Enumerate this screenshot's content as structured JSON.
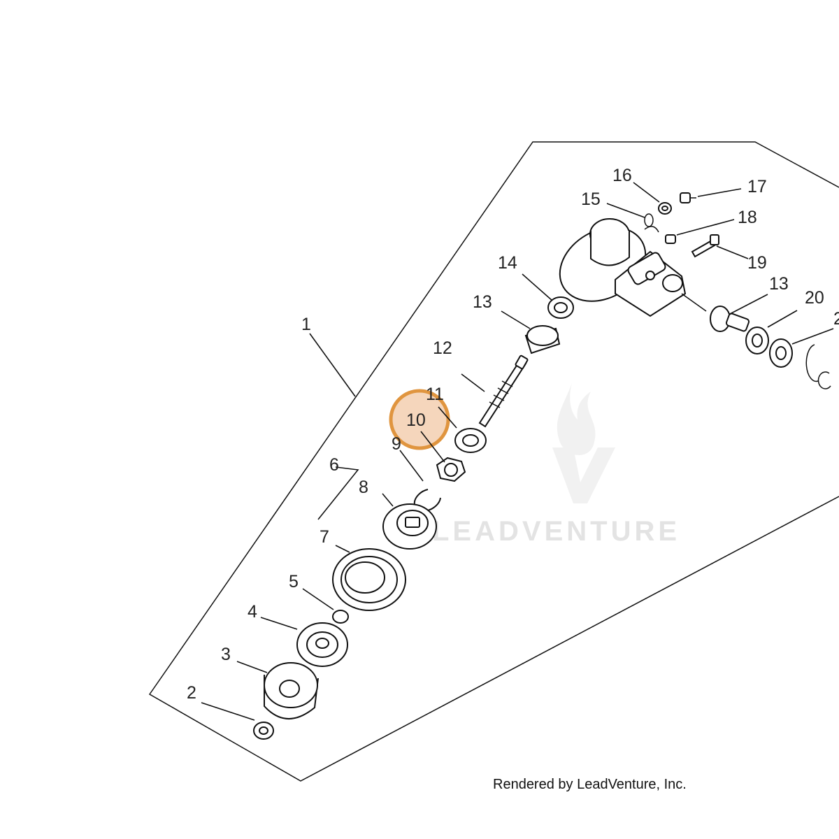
{
  "diagram": {
    "callouts": [
      "1",
      "2",
      "3",
      "4",
      "5",
      "6",
      "7",
      "8",
      "9",
      "10",
      "11",
      "12",
      "13",
      "14",
      "15",
      "16",
      "17",
      "18",
      "19",
      "13",
      "20",
      "2"
    ],
    "highlighted_callout": "10",
    "highlight_color": "#e8a46a",
    "watermark": "LEADVENTURE",
    "footer": "Rendered by LeadVenture, Inc."
  }
}
